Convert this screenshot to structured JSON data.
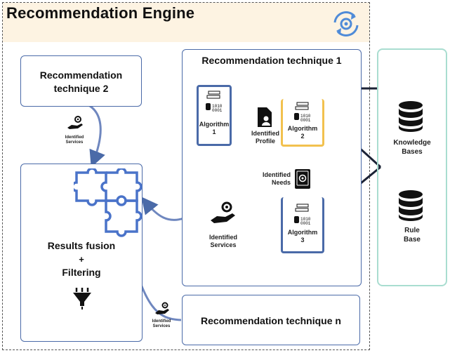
{
  "engine": {
    "title": "Recommendation Engine",
    "icon": "sync-gear-icon"
  },
  "technique1": {
    "title": "Recommendation technique 1",
    "algorithm1": "Algorithm\n1",
    "algorithm2": "Algorithm\n2",
    "algorithm3": "Algorithm\n3",
    "identified_profile": "Identified\nProfile",
    "identified_needs": "Identified\nNeeds",
    "identified_services": "Identified\nServices"
  },
  "technique2": {
    "title": "Recommendation\ntechnique 2",
    "services_label": "Identified\nServices"
  },
  "techniqueN": {
    "title": "Recommendation technique n",
    "services_label": "Identified\nServices"
  },
  "fusion": {
    "line1": "Results fusion",
    "plus": "+",
    "line2": "Filtering"
  },
  "knowledge": {
    "knowledge_bases": "Knowledge\nBases",
    "rule_base": "Rule\nBase"
  },
  "colors": {
    "accent_blue": "#4a6aa8",
    "algo2_yellow": "#f2c14e",
    "teal_border": "#a9ddd0",
    "header_bg": "#fdf3e2"
  }
}
